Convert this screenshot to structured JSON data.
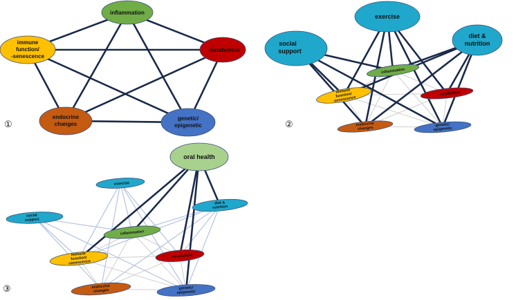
{
  "colors": {
    "inflammation": "#70ad47",
    "immune": "#ffc000",
    "metabolism": "#c00000",
    "endocrine": "#c55a11",
    "genetic": "#4472c4",
    "lifestyle": "#1fa8cc",
    "oral": "#a9d18e"
  },
  "panel1": {
    "number": "①",
    "inflammation": "inflammation",
    "immune_l1": "immune",
    "immune_l2": "function/",
    "immune_l3": "-senescence",
    "metabolism": "metabolism",
    "endocrine_l1": "endocrine",
    "endocrine_l2": "changes",
    "genetic_l1": "genetic/",
    "genetic_l2": "epigenetic"
  },
  "panel2": {
    "number": "②",
    "exercise": "exercise",
    "social_l1": "social",
    "social_l2": "support",
    "diet_l1": "diet &",
    "diet_l2": "nutrition",
    "inflammation": "inflammation",
    "immune_l1": "immune",
    "immune_l2": "function/",
    "immune_l3": "-senescence",
    "metabolism": "metabolism",
    "endocrine_l1": "endocrine",
    "endocrine_l2": "changes",
    "genetic_l1": "genetic/",
    "genetic_l2": "epigenetic"
  },
  "panel3": {
    "number": "③",
    "oral": "oral health",
    "exercise": "exercise",
    "social_l1": "social",
    "social_l2": "support",
    "diet_l1": "diet &",
    "diet_l2": "nutrition",
    "inflammation": "inflammation",
    "immune_l1": "immune",
    "immune_l2": "function/",
    "immune_l3": "-senescence",
    "metabolism": "metabolism",
    "endocrine_l1": "endocrine",
    "endocrine_l2": "changes",
    "genetic_l1": "genetic/",
    "genetic_l2": "epigenetic"
  }
}
